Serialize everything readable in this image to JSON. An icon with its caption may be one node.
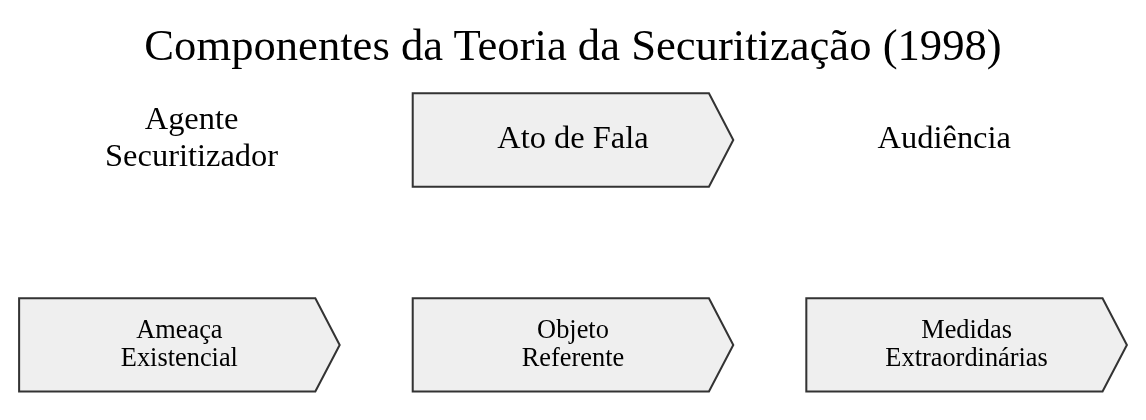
{
  "diagram": {
    "title": "Componentes da Teoria da Securitização (1998)",
    "nodes": [
      {
        "text": [
          "Ato de Fala"
        ]
      },
      {
        "text": [
          "Ameaça Existencial"
        ]
      },
      {
        "text": [
          "Objeto Referente"
        ]
      },
      {
        "text": [
          "Medidas Extraordinárias"
        ]
      }
    ],
    "labels": [
      "Agente Securitizador",
      "Audiência"
    ]
  }
}
